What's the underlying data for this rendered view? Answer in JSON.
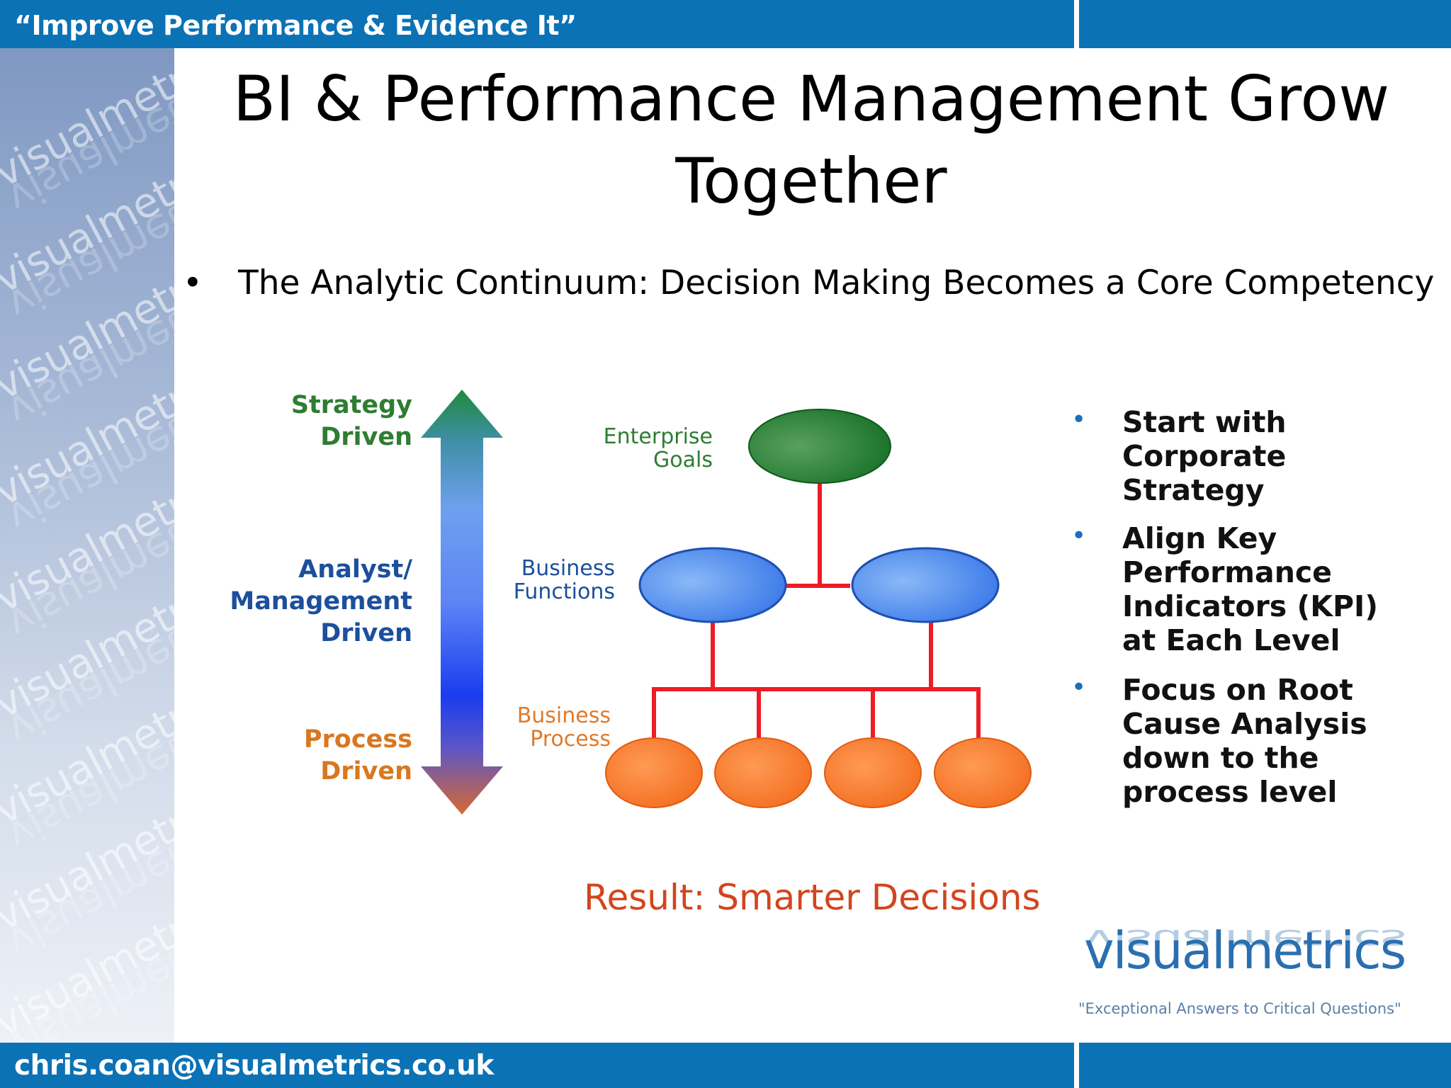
{
  "header": {
    "tagline": "“Improve Performance & Evidence It”"
  },
  "footer": {
    "email": "chris.coan@visualmetrics.co.uk"
  },
  "sidebar": {
    "watermark": "visualmetrics"
  },
  "slide": {
    "title_line1": "BI & Performance Management Grow",
    "title_line2": "Together",
    "bullet_mark": "•",
    "bullet": "The Analytic Continuum: Decision Making Becomes a Core Competency"
  },
  "diagram": {
    "axis_labels": {
      "strategy_1": "Strategy",
      "strategy_2": "Driven",
      "analyst_1": "Analyst/",
      "analyst_2": "Management",
      "analyst_3": "Driven",
      "process_1": "Process",
      "process_2": "Driven"
    },
    "node_labels": {
      "enterprise_1": "Enterprise",
      "enterprise_2": "Goals",
      "functions_1": "Business",
      "functions_2": "Functions",
      "process_1": "Business",
      "process_2": "Process"
    },
    "colors": {
      "connector": "#ee1c25",
      "goal_node": "#1f7a2e",
      "function_node": "#4a8df0",
      "process_node": "#f5772a"
    }
  },
  "right_bullets": {
    "mark": "•",
    "b1_l1": "Start with",
    "b1_l2": "Corporate",
    "b1_l3": "Strategy",
    "b2_l1": "Align Key",
    "b2_l2": "Performance",
    "b2_l3": "Indicators (KPI)",
    "b2_l4": "at Each Level",
    "b3_l1": "Focus on Root",
    "b3_l2": "Cause Analysis",
    "b3_l3": "down to the",
    "b3_l4": "process level"
  },
  "result": "Result: Smarter Decisions",
  "logo": {
    "name": "visualmetrics",
    "tagline": "\"Exceptional Answers to Critical Questions\""
  }
}
